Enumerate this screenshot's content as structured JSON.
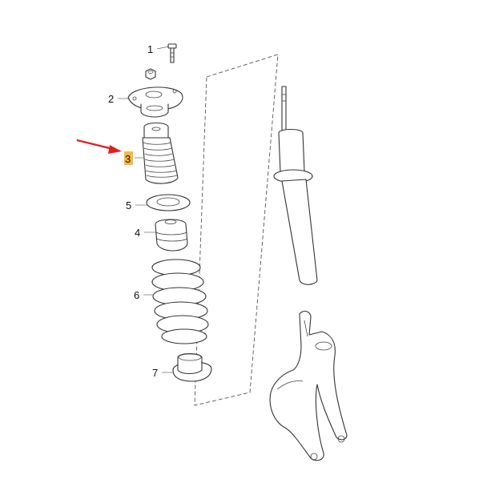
{
  "labels": {
    "p1": "1",
    "p2": "2",
    "p3": "3",
    "p4": "4",
    "p5": "5",
    "p6": "6",
    "p7": "7"
  },
  "colors": {
    "highlight": "#f5b942",
    "arrow": "#e02020",
    "line": "#333333"
  },
  "highlighted_part": "3",
  "icons": {
    "pointer": "red-arrow-icon"
  }
}
